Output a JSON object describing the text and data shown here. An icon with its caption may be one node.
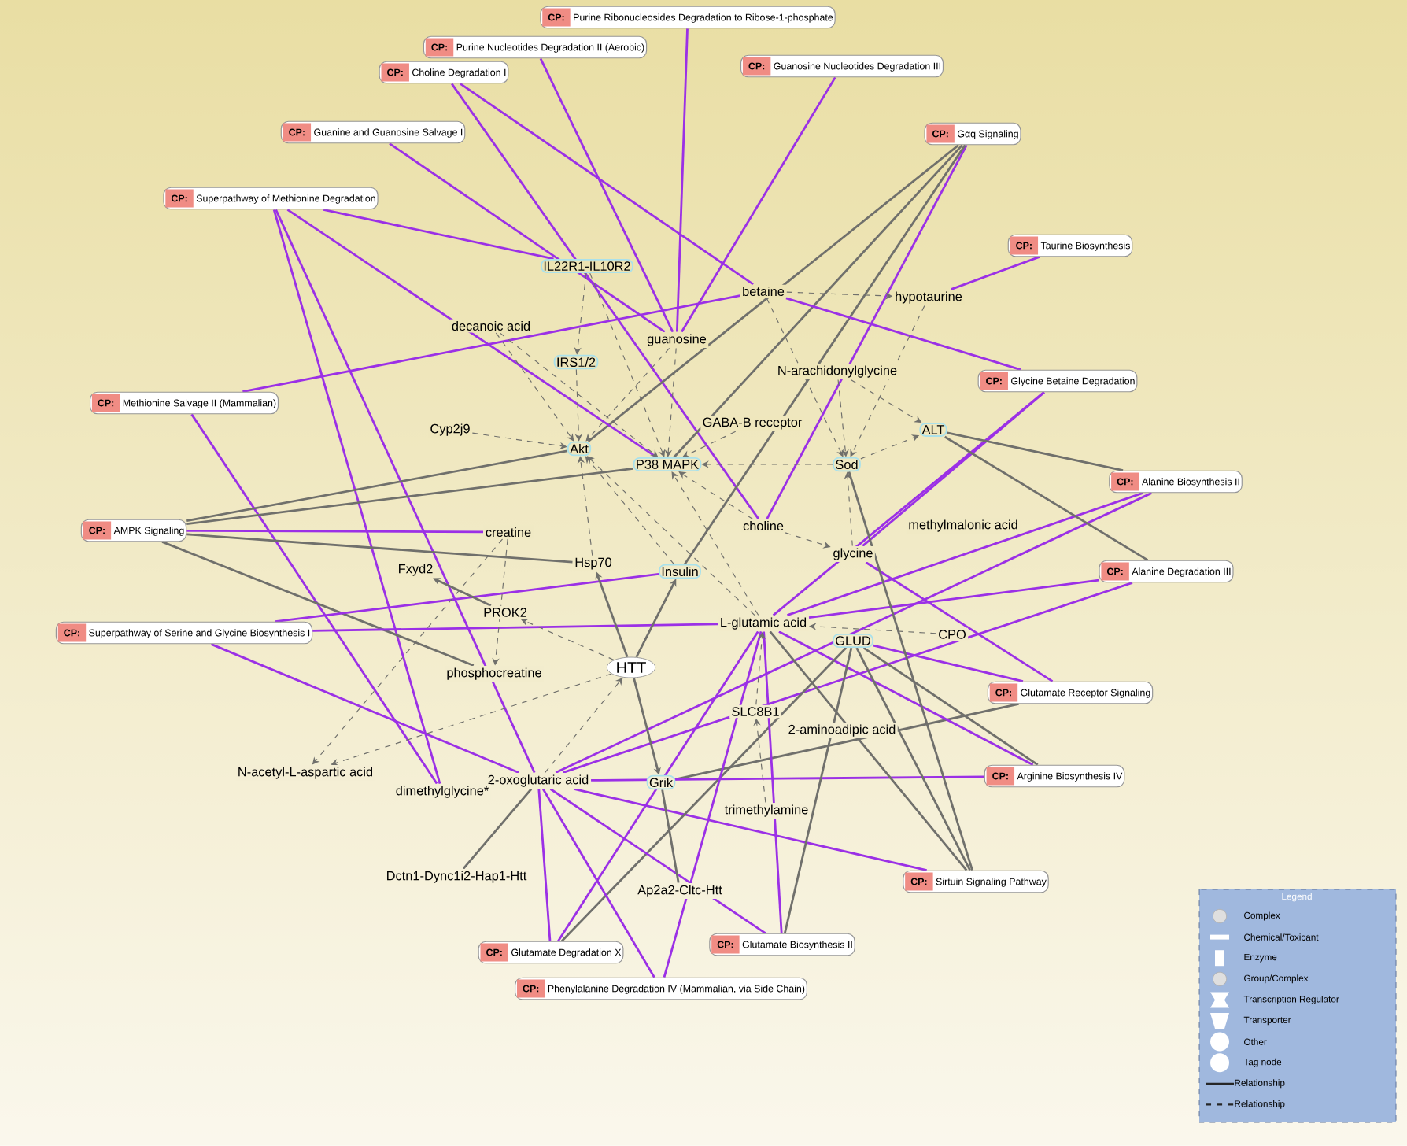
{
  "diagram": {
    "nodes": [
      {
        "text": [
          "CP:",
          "Purine Ribonucleosides Degradation to Ribose-1-phosphate"
        ]
      },
      {
        "text": [
          "CP:",
          "Purine Nucleotides Degradation II (Aerobic)"
        ]
      },
      {
        "text": [
          "CP:",
          "Choline Degradation I"
        ]
      },
      {
        "text": [
          "CP:",
          "Guanosine Nucleotides Degradation III"
        ]
      },
      {
        "text": [
          "CP:",
          "Guanine and Guanosine Salvage I"
        ]
      },
      {
        "text": [
          "CP:",
          "Gαq Signaling"
        ]
      },
      {
        "text": [
          "CP:",
          "Superpathway of Methionine Degradation"
        ]
      },
      {
        "text": [
          "CP:",
          "Taurine Biosynthesis"
        ]
      },
      {
        "text": [
          "CP:",
          "Glycine Betaine Degradation"
        ]
      },
      {
        "text": [
          "CP:",
          "Methionine Salvage II (Mammalian)"
        ]
      },
      {
        "text": [
          "CP:",
          "Alanine Biosynthesis II"
        ]
      },
      {
        "text": [
          "CP:",
          "AMPK Signaling"
        ]
      },
      {
        "text": [
          "CP:",
          "Alanine Degradation III"
        ]
      },
      {
        "text": [
          "CP:",
          "Superpathway of Serine and Glycine Biosynthesis I"
        ]
      },
      {
        "text": [
          "CP:",
          "Glutamate Receptor Signaling"
        ]
      },
      {
        "text": [
          "CP:",
          "Arginine Biosynthesis IV"
        ]
      },
      {
        "text": [
          "CP:",
          "Sirtuin Signaling Pathway"
        ]
      },
      {
        "text": [
          "CP:",
          "Glutamate Degradation X"
        ]
      },
      {
        "text": [
          "CP:",
          "Glutamate Biosynthesis II"
        ]
      },
      {
        "text": [
          "CP:",
          "Phenylalanine Degradation IV (Mammalian, via Side Chain)"
        ]
      },
      {
        "text": [
          "IL22R1-IL10R2"
        ]
      },
      {
        "text": [
          "betaine"
        ]
      },
      {
        "text": [
          "hypotaurine"
        ]
      },
      {
        "text": [
          "decanoic acid"
        ]
      },
      {
        "text": [
          "guanosine"
        ]
      },
      {
        "text": [
          "IRS1/2"
        ]
      },
      {
        "text": [
          "N-arachidonylglycine"
        ]
      },
      {
        "text": [
          "Cyp2j9"
        ]
      },
      {
        "text": [
          "GABA-B receptor"
        ]
      },
      {
        "text": [
          "ALT"
        ]
      },
      {
        "text": [
          "Akt"
        ]
      },
      {
        "text": [
          "P38 MAPK"
        ]
      },
      {
        "text": [
          "Sod"
        ]
      },
      {
        "text": [
          "methylmalonic acid"
        ]
      },
      {
        "text": [
          "choline"
        ]
      },
      {
        "text": [
          "creatine"
        ]
      },
      {
        "text": [
          "glycine"
        ]
      },
      {
        "text": [
          "Fxyd2"
        ]
      },
      {
        "text": [
          "Hsp70"
        ]
      },
      {
        "text": [
          "Insulin"
        ]
      },
      {
        "text": [
          "PROK2"
        ]
      },
      {
        "text": [
          "L-glutamic acid"
        ]
      },
      {
        "text": [
          "GLUD"
        ]
      },
      {
        "text": [
          "CPO"
        ]
      },
      {
        "text": [
          "N-acetyl-L-aspartic acid"
        ]
      },
      {
        "text": [
          "HTT"
        ]
      },
      {
        "text": [
          "phosphocreatine"
        ]
      },
      {
        "text": [
          "SLC8B1"
        ]
      },
      {
        "text": [
          "2-aminoadipic acid"
        ]
      },
      {
        "text": [
          "2-oxoglutaric acid"
        ]
      },
      {
        "text": [
          "dimethylglycine*"
        ]
      },
      {
        "text": [
          "Grik"
        ]
      },
      {
        "text": [
          "trimethylamine"
        ]
      },
      {
        "text": [
          "Dctn1-Dync1i2-Hap1-Htt"
        ]
      },
      {
        "text": [
          "Ap2a2-Cltc-Htt"
        ]
      }
    ],
    "edges": [
      {
        "from": 0,
        "to": 24,
        "arrow": "none",
        "color": "#9b30e6"
      },
      {
        "from": 1,
        "to": 24,
        "arrow": "none",
        "color": "#9b30e6"
      },
      {
        "from": 2,
        "to": 21,
        "arrow": "none",
        "color": "#9b30e6"
      },
      {
        "from": 2,
        "to": 34,
        "arrow": "none",
        "color": "#9b30e6"
      },
      {
        "from": 3,
        "to": 24,
        "arrow": "none",
        "color": "#9b30e6"
      },
      {
        "from": 4,
        "to": 24,
        "arrow": "none",
        "color": "#9b30e6"
      },
      {
        "from": 5,
        "to": 34,
        "arrow": "none",
        "color": "#9b30e6"
      },
      {
        "from": 5,
        "to": 30,
        "arrow": "none"
      },
      {
        "from": 5,
        "to": 31,
        "arrow": "none"
      },
      {
        "from": 5,
        "to": 39,
        "arrow": "none"
      },
      {
        "from": 6,
        "to": 20,
        "arrow": "none",
        "color": "#9b30e6"
      },
      {
        "from": 6,
        "to": 50,
        "arrow": "none",
        "color": "#9b30e6"
      },
      {
        "from": 6,
        "to": 49,
        "arrow": "none",
        "color": "#9b30e6"
      },
      {
        "from": 6,
        "to": 31,
        "arrow": "none",
        "color": "#9b30e6"
      },
      {
        "from": 7,
        "to": 22,
        "arrow": "none",
        "color": "#9b30e6"
      },
      {
        "from": 8,
        "to": 21,
        "arrow": "none",
        "color": "#9b30e6"
      },
      {
        "from": 8,
        "to": 36,
        "arrow": "none",
        "color": "#9b30e6"
      },
      {
        "from": 8,
        "to": 41,
        "arrow": "none",
        "color": "#9b30e6"
      },
      {
        "from": 9,
        "to": 21,
        "arrow": "none",
        "color": "#9b30e6"
      },
      {
        "from": 9,
        "to": 50,
        "arrow": "none",
        "color": "#9b30e6"
      },
      {
        "from": 10,
        "to": 41,
        "arrow": "none",
        "color": "#9b30e6"
      },
      {
        "from": 10,
        "to": 49,
        "arrow": "none",
        "color": "#9b30e6"
      },
      {
        "from": 29,
        "to": 10,
        "arrow": "none"
      },
      {
        "from": 11,
        "to": 30,
        "arrow": "none"
      },
      {
        "from": 11,
        "to": 31,
        "arrow": "none"
      },
      {
        "from": 11,
        "to": 38,
        "arrow": "none"
      },
      {
        "from": 11,
        "to": 46,
        "arrow": "none"
      },
      {
        "from": 11,
        "to": 35,
        "arrow": "none",
        "color": "#9b30e6"
      },
      {
        "from": 12,
        "to": 41,
        "arrow": "none",
        "color": "#9b30e6"
      },
      {
        "from": 12,
        "to": 49,
        "arrow": "none",
        "color": "#9b30e6"
      },
      {
        "from": 29,
        "to": 12,
        "arrow": "none"
      },
      {
        "from": 13,
        "to": 39,
        "arrow": "none",
        "color": "#9b30e6"
      },
      {
        "from": 13,
        "to": 41,
        "arrow": "none",
        "color": "#9b30e6"
      },
      {
        "from": 13,
        "to": 49,
        "arrow": "none",
        "color": "#9b30e6"
      },
      {
        "from": 14,
        "to": 42,
        "arrow": "none",
        "color": "#9b30e6"
      },
      {
        "from": 14,
        "to": 36,
        "arrow": "none",
        "color": "#9b30e6"
      },
      {
        "from": 14,
        "to": 51,
        "arrow": "none"
      },
      {
        "from": 15,
        "to": 49,
        "arrow": "none",
        "color": "#9b30e6"
      },
      {
        "from": 15,
        "to": 41,
        "arrow": "none",
        "color": "#9b30e6"
      },
      {
        "from": 15,
        "to": 42,
        "arrow": "none"
      },
      {
        "from": 16,
        "to": 32,
        "arrow": "none"
      },
      {
        "from": 16,
        "to": 42,
        "arrow": "none"
      },
      {
        "from": 16,
        "to": 41,
        "arrow": "none"
      },
      {
        "from": 16,
        "to": 49,
        "arrow": "none",
        "color": "#9b30e6"
      },
      {
        "from": 17,
        "to": 49,
        "arrow": "none",
        "color": "#9b30e6"
      },
      {
        "from": 17,
        "to": 41,
        "arrow": "none",
        "color": "#9b30e6"
      },
      {
        "from": 17,
        "to": 42,
        "arrow": "none"
      },
      {
        "from": 18,
        "to": 49,
        "arrow": "none",
        "color": "#9b30e6"
      },
      {
        "from": 18,
        "to": 41,
        "arrow": "none",
        "color": "#9b30e6"
      },
      {
        "from": 18,
        "to": 42,
        "arrow": "none"
      },
      {
        "from": 19,
        "to": 49,
        "arrow": "none",
        "color": "#9b30e6"
      },
      {
        "from": 19,
        "to": 41,
        "arrow": "none",
        "color": "#9b30e6"
      },
      {
        "from": 20,
        "to": 25,
        "arrow": "to",
        "style": "dashed"
      },
      {
        "from": 20,
        "to": 31,
        "arrow": "to",
        "style": "dashed"
      },
      {
        "from": 23,
        "to": 30,
        "arrow": "to",
        "style": "dashed"
      },
      {
        "from": 23,
        "to": 31,
        "arrow": "to",
        "style": "dashed"
      },
      {
        "from": 25,
        "to": 30,
        "arrow": "to",
        "style": "dashed"
      },
      {
        "from": 21,
        "to": 22,
        "arrow": "to",
        "style": "dashed"
      },
      {
        "from": 21,
        "to": 32,
        "arrow": "to",
        "style": "dashed"
      },
      {
        "from": 24,
        "to": 30,
        "arrow": "to",
        "style": "dashed"
      },
      {
        "from": 24,
        "to": 31,
        "arrow": "to",
        "style": "dashed"
      },
      {
        "from": 26,
        "to": 29,
        "arrow": "to",
        "style": "dashed"
      },
      {
        "from": 26,
        "to": 32,
        "arrow": "to",
        "style": "dashed"
      },
      {
        "from": 22,
        "to": 32,
        "arrow": "to",
        "style": "dashed"
      },
      {
        "from": 28,
        "to": 31,
        "arrow": "to",
        "style": "dashed"
      },
      {
        "from": 27,
        "to": 30,
        "arrow": "to",
        "style": "dashed"
      },
      {
        "from": 32,
        "to": 29,
        "arrow": "to",
        "style": "dashed"
      },
      {
        "from": 32,
        "to": 31,
        "arrow": "to",
        "style": "dashed"
      },
      {
        "from": 36,
        "to": 32,
        "arrow": "to",
        "style": "dashed"
      },
      {
        "from": 34,
        "to": 31,
        "arrow": "to",
        "style": "dashed"
      },
      {
        "from": 35,
        "to": 44,
        "arrow": "to",
        "style": "dashed"
      },
      {
        "from": 35,
        "to": 46,
        "arrow": "to",
        "style": "dashed"
      },
      {
        "from": 45,
        "to": 44,
        "arrow": "to",
        "style": "dashed"
      },
      {
        "from": 45,
        "to": 40,
        "arrow": "to",
        "style": "dashed"
      },
      {
        "from": 41,
        "to": 31,
        "arrow": "to",
        "style": "dashed"
      },
      {
        "from": 41,
        "to": 30,
        "arrow": "to",
        "style": "dashed"
      },
      {
        "from": 39,
        "to": 30,
        "arrow": "to",
        "style": "dashed"
      },
      {
        "from": 38,
        "to": 30,
        "arrow": "to",
        "style": "dashed"
      },
      {
        "from": 49,
        "to": 45,
        "arrow": "to",
        "style": "dashed"
      },
      {
        "from": 47,
        "to": 41,
        "arrow": "to",
        "style": "dashed"
      },
      {
        "from": 52,
        "to": 47,
        "arrow": "to",
        "style": "dashed"
      },
      {
        "from": 43,
        "to": 41,
        "arrow": "to",
        "style": "dashed"
      },
      {
        "from": 34,
        "to": 36,
        "arrow": "to",
        "style": "dashed"
      },
      {
        "from": 40,
        "to": 37,
        "arrow": "to"
      },
      {
        "from": 45,
        "to": 51,
        "arrow": "to"
      },
      {
        "from": 45,
        "to": 38,
        "arrow": "to"
      },
      {
        "from": 45,
        "to": 39,
        "arrow": "to"
      },
      {
        "from": 53,
        "to": 49,
        "arrow": "none"
      },
      {
        "from": 54,
        "to": 51,
        "arrow": "none"
      }
    ],
    "labels": [
      "Legend"
    ],
    "legend": [
      {
        "text": "Complex"
      },
      {
        "text": "Chemical/Toxicant"
      },
      {
        "text": "Enzyme"
      },
      {
        "text": "Group/Complex"
      },
      {
        "text": "Transcription Regulator"
      },
      {
        "text": "Transporter"
      },
      {
        "text": "Other"
      },
      {
        "text": "Tag node"
      },
      {
        "text": "Relationship"
      },
      {
        "text": "Relationship"
      }
    ]
  }
}
